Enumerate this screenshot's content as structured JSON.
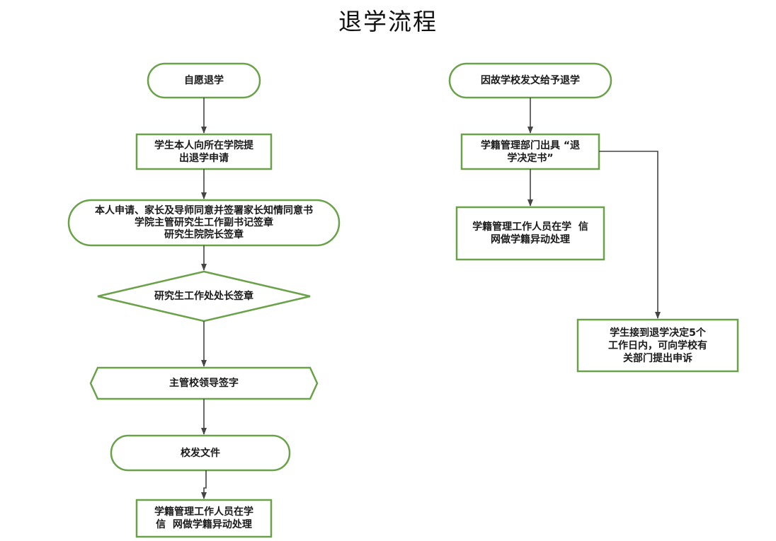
{
  "title": "退学流程",
  "colors": {
    "border": "#6aa24a",
    "fill": "#ffffff",
    "arrow": "#444444",
    "text": "#1a1a1a"
  },
  "left_flow": {
    "voluntary": "自愿退学",
    "apply": [
      "学生本人向所在学院提",
      "出退学申请"
    ],
    "consent": [
      "本人申请、家长及导师同意并签署家长知情同意书",
      "学院主管研究生工作副书记签章",
      "研究生院院长签章"
    ],
    "director_seal": "研究生工作处处长签章",
    "leader_sign": "主管校领导签字",
    "issue_doc": "校发文件",
    "registry": [
      "学籍管理工作人员在学",
      "信  网做学籍异动处理"
    ]
  },
  "right_flow": {
    "school_expel": "因故学校发文给予退学",
    "decision": [
      "学籍管理部门出具 “退",
      "学决定书”"
    ],
    "registry": [
      "学籍管理工作人员在学  信",
      "网做学籍异动处理"
    ],
    "appeal": [
      "学生接到退学决定5个",
      "工作日内，可向学校有",
      "关部门提出申诉"
    ]
  }
}
